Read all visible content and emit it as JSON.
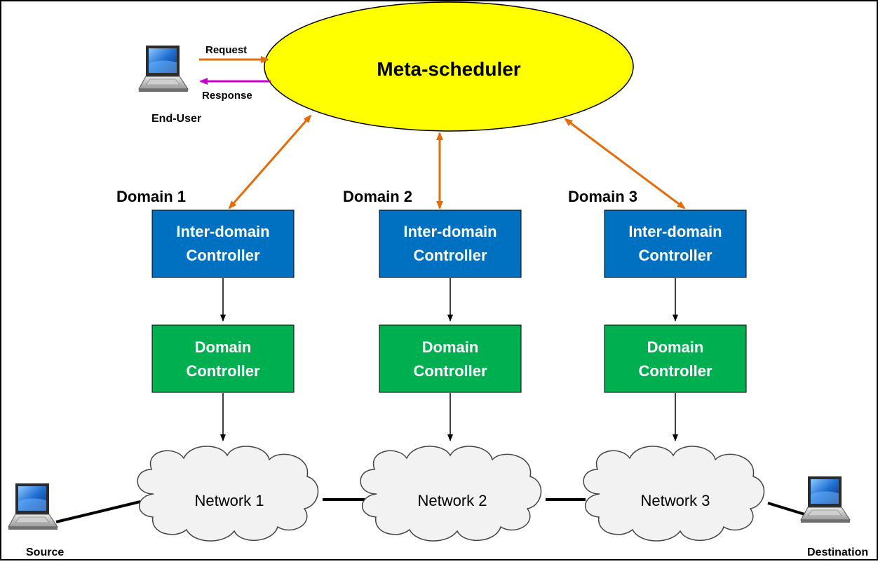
{
  "scheduler": {
    "label": "Meta-scheduler"
  },
  "end_user": {
    "label": "End-User",
    "request": "Request",
    "response": "Response"
  },
  "domains": [
    {
      "title": "Domain 1",
      "idc_line1": "Inter-domain",
      "idc_line2": "Controller",
      "dc_line1": "Domain",
      "dc_line2": "Controller",
      "network": "Network 1"
    },
    {
      "title": "Domain 2",
      "idc_line1": "Inter-domain",
      "idc_line2": "Controller",
      "dc_line1": "Domain",
      "dc_line2": "Controller",
      "network": "Network 2"
    },
    {
      "title": "Domain 3",
      "idc_line1": "Inter-domain",
      "idc_line2": "Controller",
      "dc_line1": "Domain",
      "dc_line2": "Controller",
      "network": "Network 3"
    }
  ],
  "source": {
    "label": "Source"
  },
  "destination": {
    "label": "Destination"
  },
  "colors": {
    "scheduler_fill": "#ffff00",
    "idc_fill": "#0070c0",
    "dc_fill": "#00b050",
    "cloud_fill": "#f2f2f2",
    "orange_arrow": "#e46c0a",
    "magenta_arrow": "#cc00cc"
  }
}
